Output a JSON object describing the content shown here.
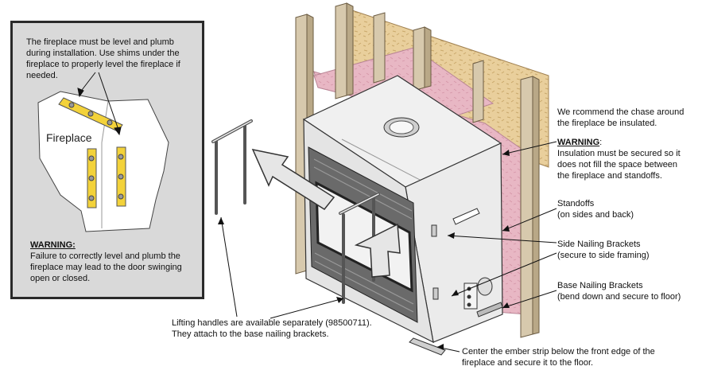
{
  "inset": {
    "level_note": "The fireplace must be level and plumb\nduring installation.  Use shims under the\nfireplace to properly level the fireplace if\nneeded.",
    "fireplace_label": "Fireplace",
    "warning_heading": "WARNING:",
    "warning_text": "Failure to correctly level and plumb the\nfireplace may lead to the door swinging\nopen or closed."
  },
  "callouts": {
    "chase_insulated": "We rcommend the chase around\nthe fireplace be insulated.",
    "insulation_warning_heading": "WARNING",
    "insulation_warning_colon": ":",
    "insulation_warning_text": "Insulation must be secured so it\ndoes not fill the space between\nthe fireplace and standoffs.",
    "standoffs": "Standoffs\n(on sides and back)",
    "side_nailing": "Side Nailing Brackets\n(secure to side framing)",
    "base_nailing": "Base Nailing Brackets\n(bend down and secure to floor)",
    "lifting_handles": "Lifting handles are available separately (98500711).\nThey attach to the base nailing brackets.",
    "ember_strip": "Center the ember strip below the front edge of the\nfireplace and secure it to the floor."
  },
  "colors": {
    "insulation_pink": "#e8b7c4",
    "osb_board": "#e9cf9c",
    "stud_wood": "#d7c9ad",
    "level_yellow": "#f3d23a",
    "panel_gray": "#d9d9d9",
    "arrow_gray": "#e6e6e6"
  }
}
